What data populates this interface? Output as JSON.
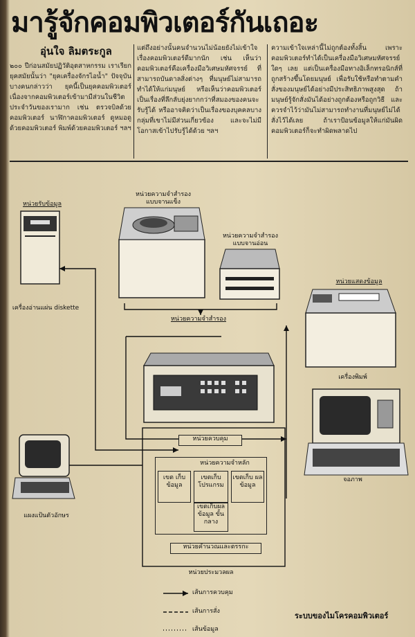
{
  "headline": "มารู้จักคอมพิวเตอร์กันเถอะ",
  "author": "อุ่นใจ ลิมตระกูล",
  "columns": [
    "๒๐๐ ปีก่อนสมัยปฏิวัติอุตสาหกรรม เราเรียกยุคสมัยนั้นว่า \"ยุคเครื่องจักรไอน้ำ\" ปัจจุบันบางคนกล่าวว่า ยุคนี้เป็นยุคคอมพิวเตอร์ เนื่องจากคอมพิวเตอร์เข้ามามีส่วนในชีวิตประจำวันของเรามาก เช่น ตรวจบิลด้วยคอมพิวเตอร์ นาฬิกาคอมพิวเตอร์ ดูหมอดูด้วยคอมพิวเตอร์ พิมพ์ด้วยคอมพิวเตอร์ ฯลฯ",
    "แต่ถึงอย่างนั้นคนจำนวนไม่น้อยยังไม่เข้าใจเรื่องคอมพิวเตอร์ดีมากนัก เช่น เห็นว่าคอมพิวเตอร์คือเครื่องมือวิเศษมหัศจรรย์ ที่สามารถบันดาลสิ่งต่างๆ ที่มนุษย์ไม่สามารถทำได้ให้แก่มนุษย์ หรือเห็นว่าคอมพิวเตอร์เป็นเรื่องที่ลึกลับยุ่งยากกว่าที่สมองของคนจะรับรู้ได้ หรืออาจคิดว่าเป็นเรื่องของบุคคลบางกลุ่มที่เขาไม่มีส่วนเกี่ยวข้อง และจะไม่มีโอกาสเข้าไปรับรู้ได้ด้วย ฯลฯ",
    "ความเข้าใจเหล่านี้ไม่ถูกต้องทั้งสิ้น เพราะคอมพิวเตอร์ทำได้เป็นเครื่องมือวิเศษมหัศจรรย์ใดๆ เลย แต่เป็นเครื่องมือทางอิเล็กทรอนิกส์ที่ถูกสร้างขึ้นโดยมนุษย์ เพื่อรับใช้หรือทำตามคำสั่งของมนุษย์ได้อย่างมีประสิทธิภาพสูงสุด ถ้ามนุษย์รู้จักสั่งมันได้อย่างถูกต้องหรือถูกวิธี และควรจำไว้ว่ามันไม่สามารถทำงานที่มนุษย์ไม่ได้สั่งไว้ได้เลย ถ้าเราป้อนข้อมูลให้แก่มันผิด คอมพิวเตอร์ก็จะทำผิดพลาดไป"
  ],
  "diagram": {
    "input_unit": "หน่วยรับข้อมูล",
    "diskette_reader": "เครื่องอ่านแผ่น diskette",
    "keyboard_display": "แผงแป้นตัวอักษร",
    "hard_disk": "หน่วยความจำสำรอง แบบจานแข็ง",
    "floppy_disk": "หน่วยความจำสำรอง แบบจานอ่อน",
    "secondary_storage": "หน่วยความจำสำรอง",
    "output_unit": "หน่วยแสดงข้อมูล",
    "printer": "เครื่องพิมพ์",
    "monitor": "จอภาพ",
    "control_unit": "หน่วยควบคุม",
    "main_memory": "หน่วยความจำหลัก",
    "data_area": "เขต เก็บข้อมูล",
    "program_area": "เขตเก็บ โปรแกรม",
    "result_area": "เขตเก็บ ผลข้อมูล",
    "intermediate_area": "เขตเก็บผล ข้อมูล ขั้นกลาง",
    "alu": "หน่วยคำนวณและตรรกะ",
    "cpu": "หน่วยประมวลผล",
    "legend": [
      "เส้นการควบคุม",
      "เส้นการสั่ง",
      "เส้นข้อมูล"
    ],
    "caption": "ระบบของไมโครคอมพิวเตอร์"
  }
}
